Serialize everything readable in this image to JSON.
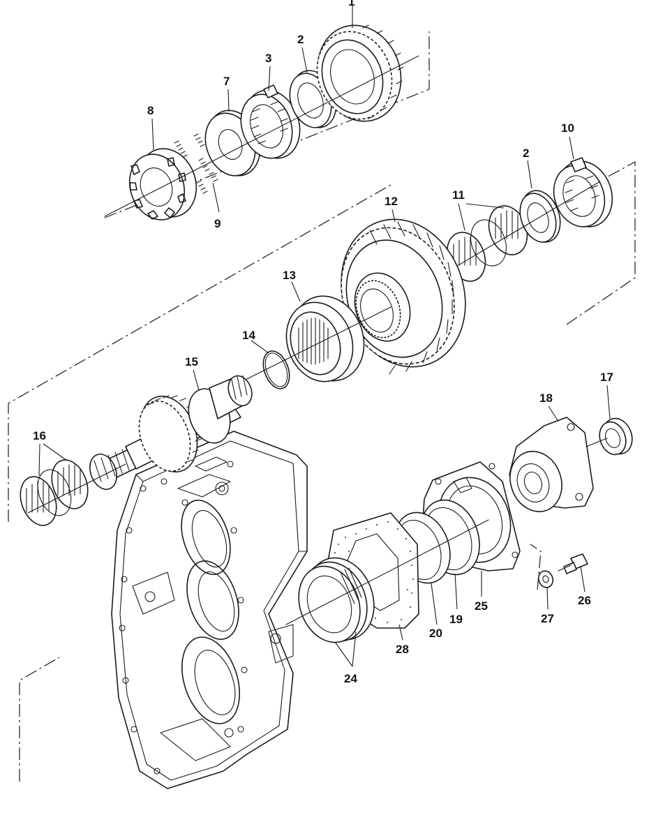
{
  "labels": [
    {
      "id": "l1",
      "text": "1"
    },
    {
      "id": "l2a",
      "text": "2"
    },
    {
      "id": "l3",
      "text": "3"
    },
    {
      "id": "l7",
      "text": "7"
    },
    {
      "id": "l8",
      "text": "8"
    },
    {
      "id": "l9",
      "text": "9"
    },
    {
      "id": "l10",
      "text": "10"
    },
    {
      "id": "l2b",
      "text": "2"
    },
    {
      "id": "l11",
      "text": "11"
    },
    {
      "id": "l12",
      "text": "12"
    },
    {
      "id": "l13",
      "text": "13"
    },
    {
      "id": "l14",
      "text": "14"
    },
    {
      "id": "l15",
      "text": "15"
    },
    {
      "id": "l16",
      "text": "16"
    },
    {
      "id": "l17",
      "text": "17"
    },
    {
      "id": "l18",
      "text": "18"
    },
    {
      "id": "l25",
      "text": "25"
    },
    {
      "id": "l19",
      "text": "19"
    },
    {
      "id": "l20",
      "text": "20"
    },
    {
      "id": "l28",
      "text": "28"
    },
    {
      "id": "l24",
      "text": "24"
    },
    {
      "id": "l27",
      "text": "27"
    },
    {
      "id": "l26",
      "text": "26"
    }
  ],
  "colors": {
    "line": "#1a1a1a",
    "background": "#ffffff"
  }
}
